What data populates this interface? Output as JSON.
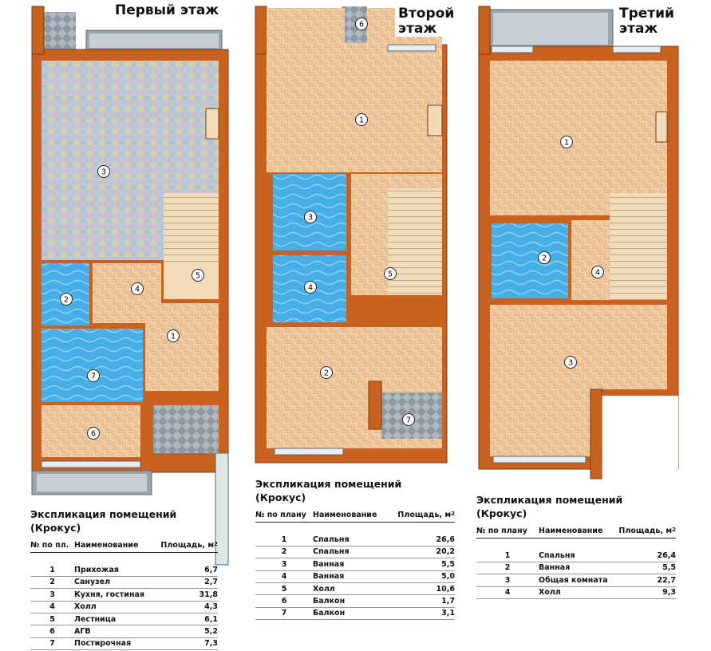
{
  "floors": {
    "first": {
      "title": "Первый этаж"
    },
    "second": {
      "title_line1": "Второй",
      "title_line2": "этаж"
    },
    "third": {
      "title_line1": "Третий",
      "title_line2": "этаж"
    }
  },
  "labels": {
    "first": [
      "3",
      "4",
      "5",
      "2",
      "1",
      "7",
      "6"
    ],
    "second": [
      "6",
      "1",
      "3",
      "4",
      "5",
      "2",
      "7"
    ],
    "third": [
      "1",
      "2",
      "4",
      "3"
    ]
  },
  "tables": {
    "first": {
      "title_line1": "Экспликация помещений",
      "title_line2": "(Крокус)",
      "col_num": "№ по пл.",
      "col_name": "Наименование",
      "col_area": "Площадь, м",
      "col_area_sup": "2",
      "rows": [
        {
          "num": "1",
          "name": "Прихожая",
          "area": "6,7"
        },
        {
          "num": "2",
          "name": "Санузел",
          "area": "2,7"
        },
        {
          "num": "3",
          "name": "Кухня, гостиная",
          "area": "31,8"
        },
        {
          "num": "4",
          "name": "Холл",
          "area": "4,3"
        },
        {
          "num": "5",
          "name": "Лестница",
          "area": "6,1"
        },
        {
          "num": "6",
          "name": "АГВ",
          "area": "5,2"
        },
        {
          "num": "7",
          "name": "Постирочная",
          "area": "7,3"
        }
      ]
    },
    "second": {
      "title": "Экспликация помещений (Крокус)",
      "col_num": "№ по плану",
      "col_name": "Наименование",
      "col_area": "Площадь, м",
      "col_area_sup": "2",
      "rows": [
        {
          "num": "1",
          "name": "Спальня",
          "area": "26,6"
        },
        {
          "num": "2",
          "name": "Спальня",
          "area": "20,2"
        },
        {
          "num": "3",
          "name": "Ванная",
          "area": "5,5"
        },
        {
          "num": "4",
          "name": "Ванная",
          "area": "5,0"
        },
        {
          "num": "5",
          "name": "Холл",
          "area": "10,6"
        },
        {
          "num": "6",
          "name": "Балкон",
          "area": "1,7"
        },
        {
          "num": "7",
          "name": "Балкон",
          "area": "3,1"
        }
      ]
    },
    "third": {
      "title": "Экспликация помещений (Крокус)",
      "col_num": "№ по плану",
      "col_name": "Наименование",
      "col_area": "Площадь, м",
      "col_area_sup": "2",
      "rows": [
        {
          "num": "1",
          "name": "Спальня",
          "area": "26,4"
        },
        {
          "num": "2",
          "name": "Ванная",
          "area": "5,5"
        },
        {
          "num": "3",
          "name": "Общая комната",
          "area": "22,7"
        },
        {
          "num": "4",
          "name": "Холл",
          "area": "9,3"
        }
      ]
    }
  },
  "colors": {
    "wall": "#c8621e",
    "wall_edge": "#7a3a10",
    "parquet": "#f0c79a",
    "tile_bath": "#4aaee0",
    "tile_grey": "#9aa3ab",
    "kitchen_tile": "#b8c0c6"
  }
}
